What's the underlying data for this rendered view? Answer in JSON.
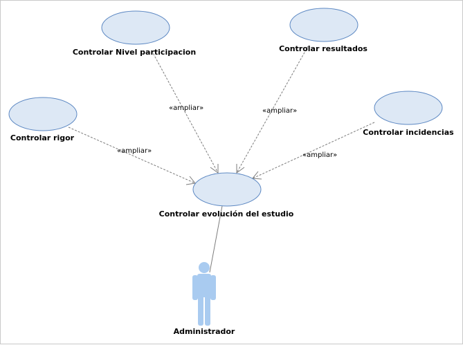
{
  "diagram": {
    "colors": {
      "usecase_fill": "#dde8f5",
      "usecase_stroke": "#5b87c2",
      "actor_fill": "#a9cbf0",
      "line": "#7a7a7a"
    },
    "use_cases": {
      "nivel": "Controlar Nivel participacion",
      "resultados": "Controlar resultados",
      "rigor": "Controlar rigor",
      "incidencias": "Controlar incidencias",
      "evolucion": "Controlar evolución del estudio"
    },
    "relations": {
      "nivel": "«ampliar»",
      "resultados": "«ampliar»",
      "rigor": "«ampliar»",
      "incidencias": "«ampliar»"
    },
    "actor": {
      "name": "Administrador",
      "icon": "actor-icon"
    }
  }
}
